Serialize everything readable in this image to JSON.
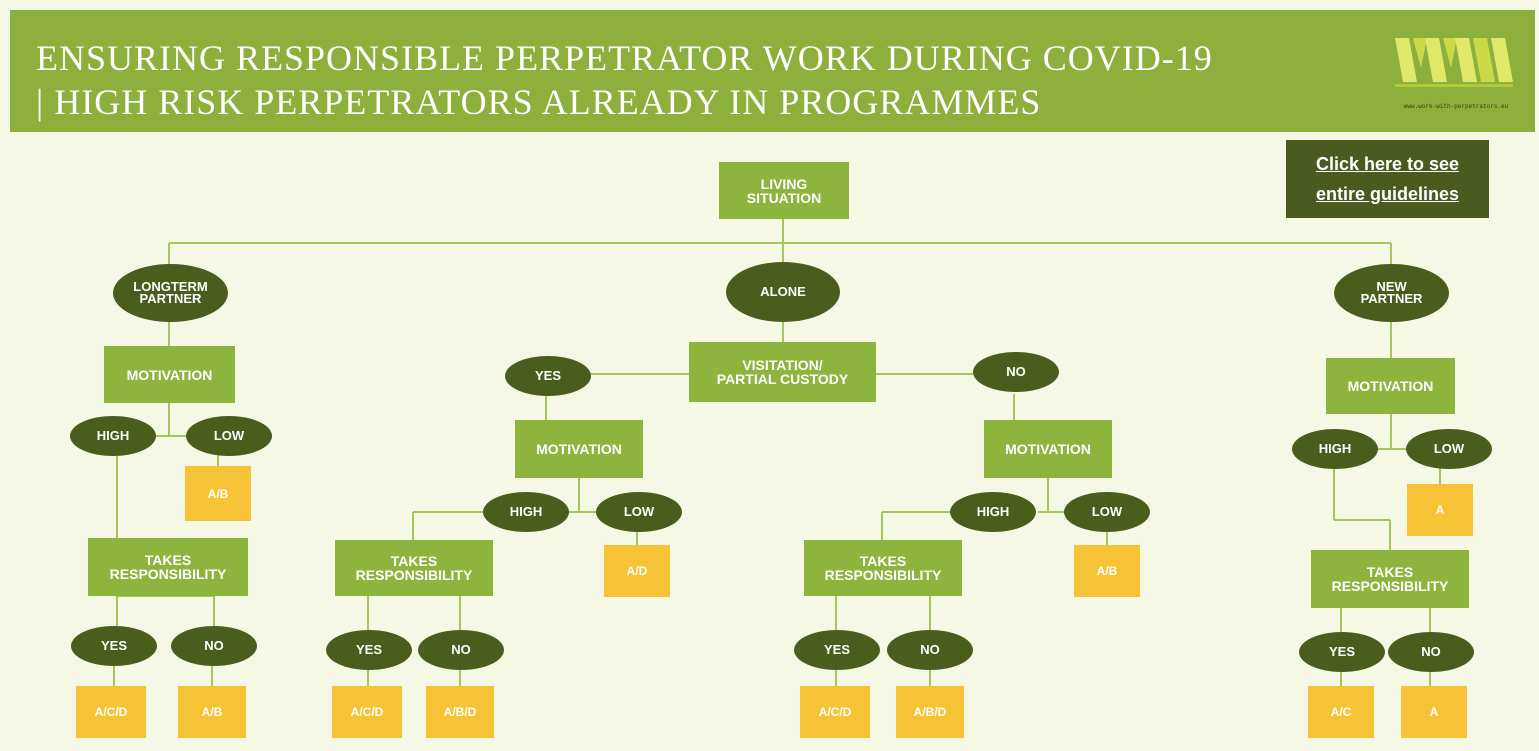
{
  "header": {
    "title": "ENSURING RESPONSIBLE PERPETRATOR WORK DURING COVID-19\n| HIGH RISK PERPETRATORS ALREADY IN PROGRAMMES",
    "logo_text": "www.work-with-perpetrators.eu"
  },
  "link": {
    "label": "Click here to see\nentire guidelines"
  },
  "colors": {
    "header_bg": "#8daf3c",
    "page_bg": "#f5f8e4",
    "box": "#8db53d",
    "oval": "#4a5d1c",
    "outcome": "#f6c337",
    "line": "#a6c55a"
  },
  "tree": {
    "root": "LIVING\nSITUATION",
    "branches": {
      "longterm": {
        "label": "LONGTERM\nPARTNER",
        "motivation": "MOTIVATION",
        "high": "HIGH",
        "low": "LOW",
        "low_outcome": "A/B",
        "takes": "TAKES\nRESPONSIBILITY",
        "yes": "YES",
        "no": "NO",
        "yes_outcome": "A/C/D",
        "no_outcome": "A/B"
      },
      "alone": {
        "label": "ALONE",
        "visitation": "VISITATION/\nPARTIAL CUSTODY",
        "yes_branch": {
          "label": "YES",
          "motivation": "MOTIVATION",
          "high": "HIGH",
          "low": "LOW",
          "low_outcome": "A/D",
          "takes": "TAKES\nRESPONSIBILITY",
          "yes": "YES",
          "no": "NO",
          "yes_outcome": "A/C/D",
          "no_outcome": "A/B/D"
        },
        "no_branch": {
          "label": "NO",
          "motivation": "MOTIVATION",
          "high": "HIGH",
          "low": "LOW",
          "low_outcome": "A/B",
          "takes": "TAKES\nRESPONSIBILITY",
          "yes": "YES",
          "no": "NO",
          "yes_outcome": "A/C/D",
          "no_outcome": "A/B/D"
        }
      },
      "new": {
        "label": "NEW\nPARTNER",
        "motivation": "MOTIVATION",
        "high": "HIGH",
        "low": "LOW",
        "low_outcome": "A",
        "takes": "TAKES\nRESPONSIBILITY",
        "yes": "YES",
        "no": "NO",
        "yes_outcome": "A/C",
        "no_outcome": "A"
      }
    }
  }
}
